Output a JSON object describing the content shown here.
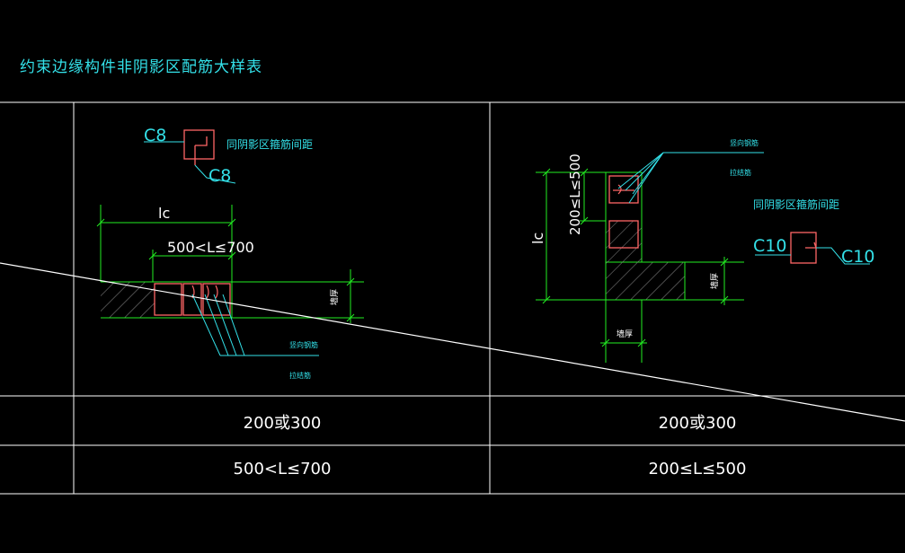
{
  "title": "约束边缘构件非阴影区配筋大样表",
  "colors": {
    "background": "#000000",
    "table_line": "#ffffff",
    "dimension": "#22ee22",
    "rebar": "#ff6666",
    "leader": "#33e0e8",
    "hatch": "#888888",
    "title": "#33e0e8"
  },
  "left_detail": {
    "tie_label_top": "C8",
    "tie_label_bottom": "C8",
    "tie_note": "同阴影区箍筋间距",
    "lc_label": "lc",
    "range_label": "500<L≤700",
    "width_label": "墙厚",
    "leader_note_1": "竖向钢筋",
    "leader_note_2": "拉结筋"
  },
  "right_detail": {
    "tie_label_left": "C10",
    "tie_label_right": "C10",
    "tie_note": "同阴影区箍筋间距",
    "lc_label": "lc",
    "range_label": "200≤L≤500",
    "width_label_side": "墙厚",
    "width_label_bottom": "墙厚",
    "leader_note_1": "竖向钢筋",
    "leader_note_2": "拉结筋"
  },
  "table": {
    "row2": {
      "left": "200或300",
      "right": "200或300"
    },
    "row3": {
      "left": "500<L≤700",
      "right": "200≤L≤500"
    }
  }
}
